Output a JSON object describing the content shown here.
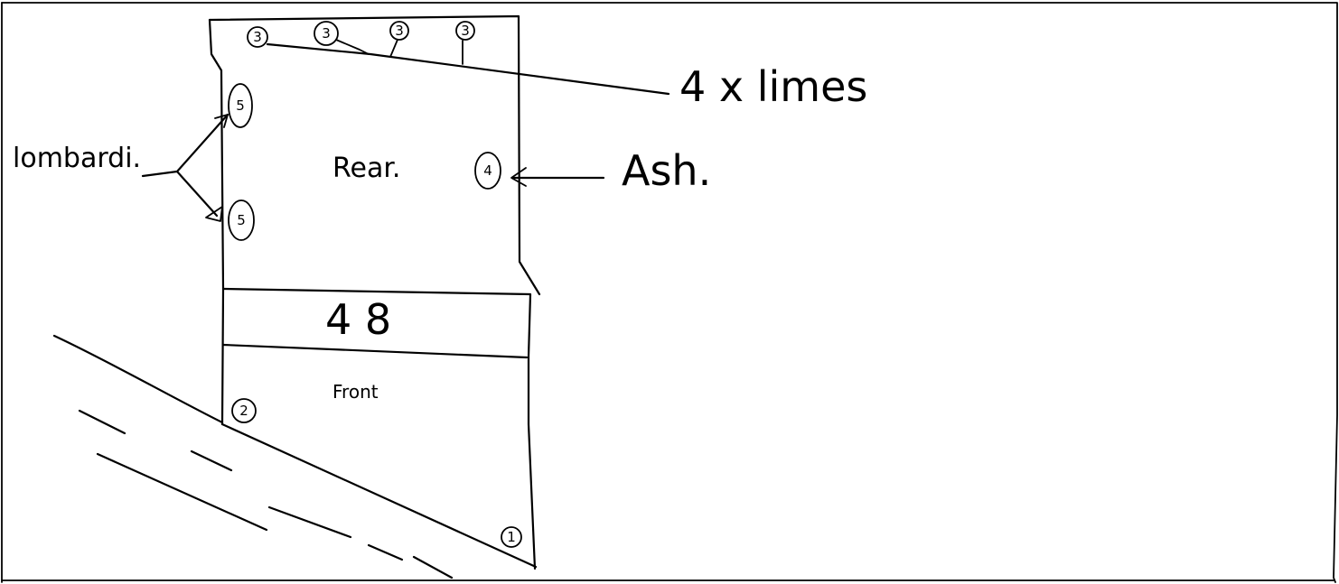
{
  "labels": {
    "lombardi": "lombardi.",
    "rear": "Rear.",
    "ash": "Ash.",
    "limes": "4 x limes",
    "middle": "4 8",
    "front": "Front"
  },
  "tree_markers": {
    "top_1": "3",
    "top_2": "3",
    "top_3": "3",
    "top_4": "3",
    "left_upper": "5",
    "left_lower": "5",
    "right_ash": "4",
    "front_left": "2",
    "front_right": "1"
  }
}
